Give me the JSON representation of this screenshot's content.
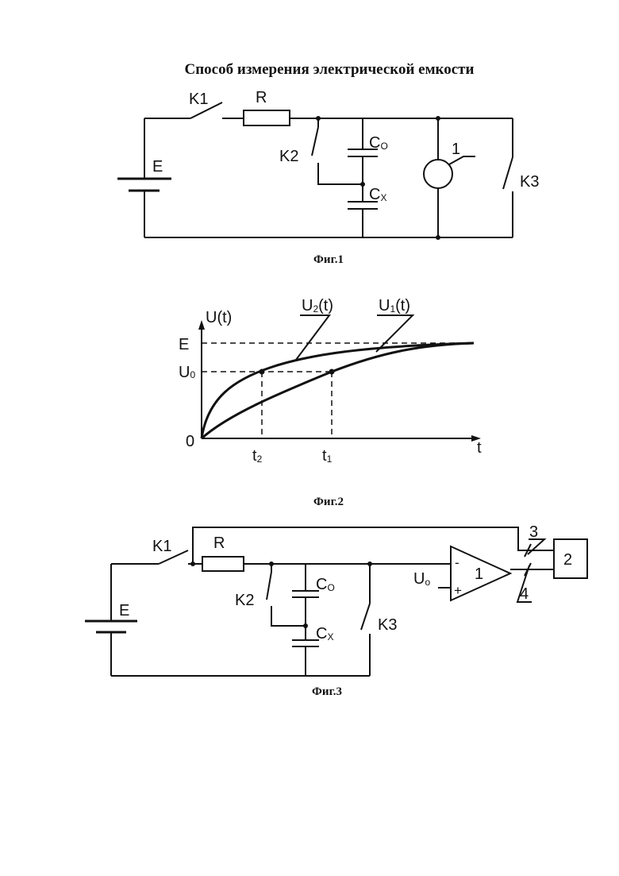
{
  "title": "Способ измерения электрической емкости",
  "fig1": {
    "caption": "Фиг.1",
    "labels": {
      "k1": "K1",
      "r": "R",
      "k2": "K2",
      "c0_main": "C",
      "c0_sub": "O",
      "cx_main": "C",
      "cx_sub": "X",
      "e": "E",
      "meter": "1",
      "k3": "K3"
    }
  },
  "fig2": {
    "caption": "Фиг.2",
    "labels": {
      "y_axis": "U(t)",
      "x_axis": "t",
      "e_tick": "E",
      "u0_main": "U",
      "u0_sub": "0",
      "origin": "0",
      "t2_main": "t",
      "t2_sub": "2",
      "t1_main": "t",
      "t1_sub": "1",
      "u2_main": "U",
      "u2_sub": "2",
      "u2_arg": "(t)",
      "u1_main": "U",
      "u1_sub": "1",
      "u1_arg": "(t)"
    }
  },
  "fig3": {
    "caption": "Фиг.3",
    "labels": {
      "k1": "K1",
      "r": "R",
      "k2": "K2",
      "c0_main": "C",
      "c0_sub": "O",
      "cx_main": "C",
      "cx_sub": "X",
      "e": "E",
      "k3": "K3",
      "u0_main": "U",
      "u0_sub": "o",
      "minus": "-",
      "plus": "+",
      "comparator": "1",
      "block": "2",
      "bus3": "3",
      "bus4": "4"
    }
  }
}
